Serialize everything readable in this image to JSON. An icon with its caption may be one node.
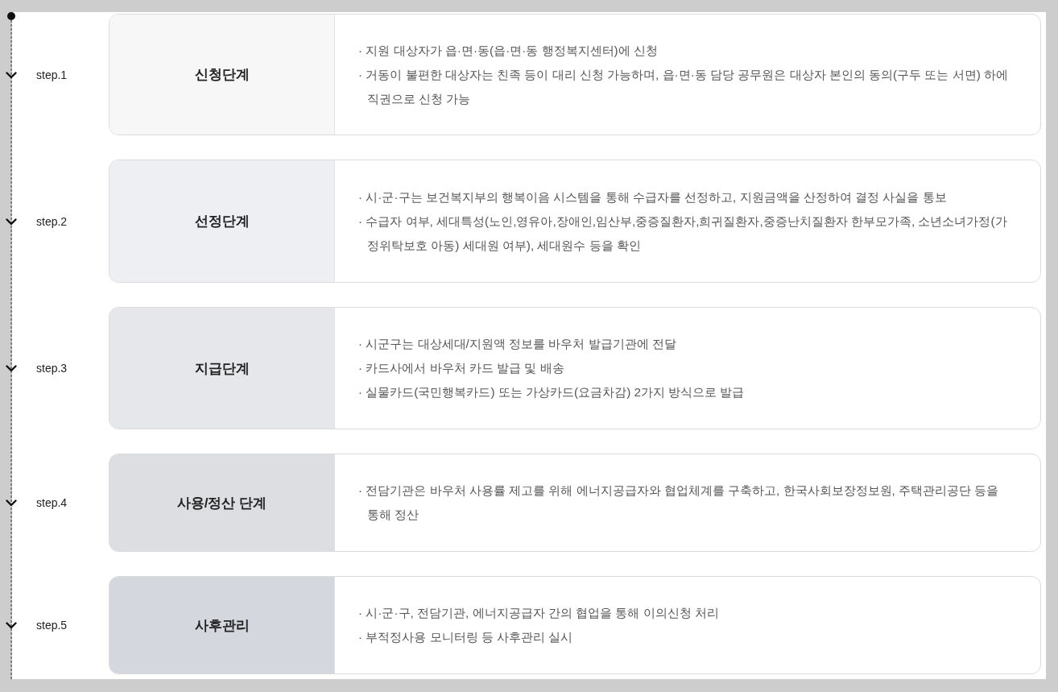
{
  "diagram": {
    "nodes": [
      {
        "text": [
          "신청단계",
          "· 지원 대상자가 읍·면·동(읍·면·동 행정복지센터)에 신청",
          "· 거동이 불편한 대상자는 친족 등이 대리 신청 가능하며, 읍·면·동 담당 공무원은 대상자 본인의 동의(구두 또는 서면) 하에 직권으로 신청 가능"
        ],
        "beside": [
          "step.1"
        ]
      },
      {
        "text": [
          "선정단계",
          "· 시·군·구는 보건복지부의 행복이음 시스템을 통해 수급자를 선정하고, 지원금액을 산정하여 결정 사실을 통보",
          "· 수급자 여부, 세대특성(노인,영유아,장애인,임산부,중증질환자,희귀질환자,중증난치질환자 한부모가족, 소년소녀가정(가정위탁보호 아동) 세대원 여부), 세대원수 등을 확인"
        ],
        "beside": [
          "step.2"
        ]
      },
      {
        "text": [
          "지급단계",
          "· 시군구는 대상세대/지원액 정보를 바우처 발급기관에 전달",
          "· 카드사에서 바우처 카드 발급 및 배송",
          "· 실물카드(국민행복카드) 또는 가상카드(요금차감) 2가지 방식으로 발급"
        ],
        "beside": [
          "step.3"
        ]
      },
      {
        "text": [
          "사용/정산 단계",
          "· 전담기관은 바우처 사용률 제고를 위해 에너지공급자와 협업체계를 구축하고, 한국사회보장정보원, 주택관리공단 등을 통해 정산"
        ],
        "beside": [
          "step.4"
        ]
      },
      {
        "text": [
          "사후관리",
          "· 시·군·구, 전담기관, 에너지공급자 간의 협업을 통해 이의신청 처리",
          "· 부적정사용 모니터링 등 사후관리 실시"
        ],
        "beside": [
          "step.5"
        ]
      }
    ]
  }
}
